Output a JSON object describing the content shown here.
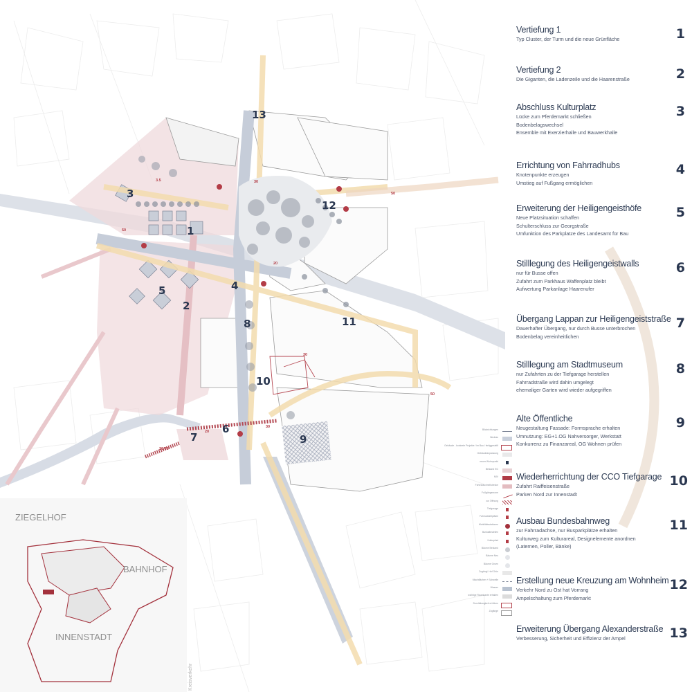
{
  "labels": {
    "ziegelhof": "ZIEGELHOF",
    "bahnhof": "BAHNHOF",
    "innenstadt": "INNENSTADT",
    "kreisverkehr": "Kreisverkehr"
  },
  "map_numbers": [
    "1",
    "2",
    "3",
    "4",
    "5",
    "6",
    "7",
    "8",
    "9",
    "10",
    "11",
    "12",
    "13"
  ],
  "speed_labels": [
    "50",
    "30",
    "20",
    "30",
    "3.5",
    "50",
    "30",
    "20",
    "20/30",
    "50"
  ],
  "legend": [
    {
      "text": "Blickrichtungen",
      "swatch": "arrow"
    },
    {
      "text": "Neubau",
      "swatch": "#c9d0dc"
    },
    {
      "text": "Gebäude - konkrete Projekte / im Bau / fertiggestellt",
      "swatch": "outline-red"
    },
    {
      "text": "Gebäudeanpassung",
      "swatch": "#e9e9ea"
    },
    {
      "text": "neuer Wohnpunkt",
      "swatch": "icon-blue"
    },
    {
      "text": "Bestand EG",
      "swatch": "#e8d0d3"
    },
    {
      "text": "MIV",
      "swatch": "#b03b46"
    },
    {
      "text": "Fahrradschnellstrecke",
      "swatch": "#e3bcc0"
    },
    {
      "text": "Fußgängerzone",
      "swatch": "line-red"
    },
    {
      "text": "zur Öffnung",
      "swatch": "hatch"
    },
    {
      "text": "Tiefgarage",
      "swatch": "icon-p"
    },
    {
      "text": "Fahrradstellplätze",
      "swatch": "icon-pin"
    },
    {
      "text": "Mobilitätsstationen",
      "swatch": "circle-red"
    },
    {
      "text": "Bushaltestellen",
      "swatch": "icon-bus"
    },
    {
      "text": "Kulturpfad",
      "swatch": "icon-k"
    },
    {
      "text": "Bäume Bestand",
      "swatch": "circle-grey"
    },
    {
      "text": "Bäume Neu",
      "swatch": "circle-light"
    },
    {
      "text": "Bäume Gruen",
      "swatch": "circle-light2"
    },
    {
      "text": "Zugängl. Hof Grün",
      "swatch": "#e8e8e8"
    },
    {
      "text": "Mischflächen + Schwelle",
      "swatch": "line-dot"
    },
    {
      "text": "Wasser",
      "swatch": "#b8c2d0"
    },
    {
      "text": "wichtige Raumkante erhalten",
      "swatch": "#dcdcdc"
    },
    {
      "text": "Durchlässigkeit erhöhen",
      "swatch": "outline-red2"
    },
    {
      "text": "Zugänge",
      "swatch": "outline-grey"
    }
  ],
  "items": [
    {
      "number": "1",
      "title": "Vertiefung 1",
      "lines": [
        "Typ Cluster, der Turm und die neue Grünfläche"
      ]
    },
    {
      "number": "2",
      "title": "Vertiefung 2",
      "lines": [
        "Die Giganten, die Ladenzeile und die Haarenstraße"
      ]
    },
    {
      "number": "3",
      "title": "Abschluss Kulturplatz",
      "lines": [
        "Lücke zum Pferdemarkt schließen",
        "Bodenbelagswechsel",
        "Ensemble mit Exerzierhalle und Bauwerkhalle"
      ]
    },
    {
      "number": "4",
      "title": "Errichtung von Fahrradhubs",
      "lines": [
        "Knotenpunkte erzeugen",
        "Umstieg auf Fußgang ermöglichen"
      ]
    },
    {
      "number": "5",
      "title": "Erweiterung der Heiligengeisthöfe",
      "lines": [
        "Neue Platzsituation schaffen",
        "Schulterschluss zur Georgstraße",
        "Umfunktion des Parkplatze des Landesamt für Bau"
      ]
    },
    {
      "number": "6",
      "title": "Stilllegung des Heiligengeistwalls",
      "lines": [
        "nur für Busse offen",
        "Zufahrt zum Parkhaus Waffenplatz bleibt",
        "Aufwertung Parkanlage Haarenufer"
      ]
    },
    {
      "number": "7",
      "title": "Übergang Lappan zur Heiligengeiststraße",
      "lines": [
        "Dauerhafter Übergang, nur durch Busse unterbrochen",
        "Bodenbelag vereinheitlichen"
      ]
    },
    {
      "number": "8",
      "title": "Stilllegung am Stadtmuseum",
      "lines": [
        "nur Zufahrten zu der Tiefgarage herstellen",
        "Fahrradstraße wird dahin umgelegt",
        "ehemaliger Garten wird wieder aufgegriffen"
      ]
    },
    {
      "number": "9",
      "title": "Alte Öffentliche",
      "lines": [
        "Neugestaltung Fassade: Formsprache erhalten",
        "Umnutzung: EG+1.OG Nahversorger, Werkstatt",
        "Konkurrenz zu Finanzareal, OG Wohnen prüfen"
      ]
    },
    {
      "number": "10",
      "title": "Wiederherrichtung der CCO Tiefgarage",
      "lines": [
        "Zufahrt Raiffeisenstraße",
        "Parken Nord zur Innenstadt"
      ]
    },
    {
      "number": "11",
      "title": "Ausbau Bundesbahnweg",
      "lines": [
        "zur Fahrradachse, nur Busparkplätze erhalten",
        "Kulturweg zum Kulturareal, Designelemente anordnen",
        "(Laternen, Poller, Bänke)"
      ]
    },
    {
      "number": "12",
      "title": "Erstellung neue Kreuzung am Wohnheim",
      "lines": [
        "Verkehr Nord zu Ost hat Vorrang",
        "Ampelschaltung zum Pferdemarkt"
      ]
    },
    {
      "number": "13",
      "title": "Erweiterung Übergang Alexanderstraße",
      "lines": [
        "Verbesserung, Sicherheit und Effizienz der Ampel"
      ]
    }
  ]
}
